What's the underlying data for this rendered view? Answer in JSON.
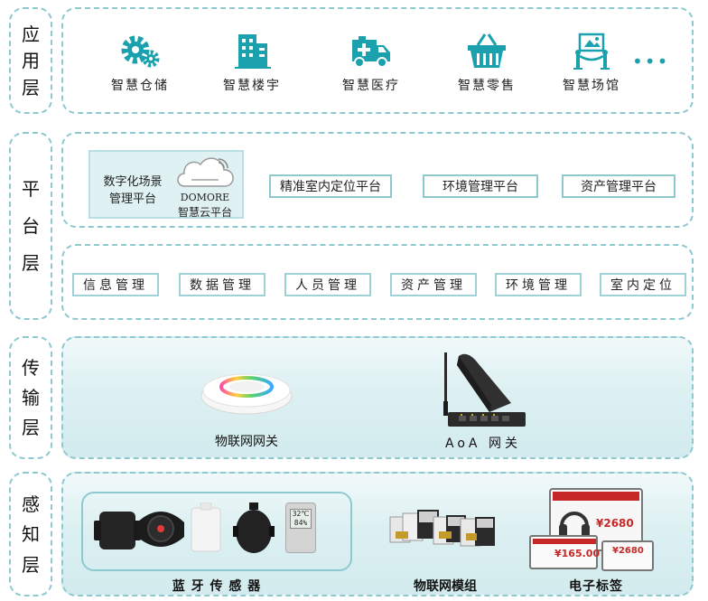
{
  "layers": {
    "application": [
      "应",
      "用",
      "层"
    ],
    "platform": [
      "平",
      "台",
      "层"
    ],
    "transport": [
      "传",
      "输",
      "层"
    ],
    "perception": [
      "感",
      "知",
      "层"
    ]
  },
  "application_items": [
    {
      "label": "智慧仓储",
      "icon": "gears-icon"
    },
    {
      "label": "智慧楼宇",
      "icon": "building-icon"
    },
    {
      "label": "智慧医疗",
      "icon": "ambulance-icon"
    },
    {
      "label": "智慧零售",
      "icon": "shopping-basket-icon"
    },
    {
      "label": "智慧场馆",
      "icon": "venue-icon"
    }
  ],
  "application_more": "•••",
  "platform": {
    "scene_title_line1": "数字化场景",
    "scene_title_line2": "管理平台",
    "cloud_brand": "DOMORE",
    "cloud_sub": "智慧云平台",
    "platforms": [
      "精准室内定位平台",
      "环境管理平台",
      "资产管理平台"
    ],
    "modules": [
      "信息管理",
      "数据管理",
      "人员管理",
      "资产管理",
      "环境管理",
      "室内定位"
    ]
  },
  "transport": {
    "iot_gateway": "物联网网关",
    "aoa_gateway": "AoA 网关"
  },
  "perception": {
    "bluetooth_sensors": "蓝 牙 传 感 器",
    "iot_module": "物联网模组",
    "e_tags": "电子标签",
    "sensor_reading_1": "32℃",
    "sensor_reading_2": "84%",
    "price_1": "¥2680",
    "price_2": "¥165.00",
    "price_3": "¥2680"
  },
  "colors": {
    "teal": "#1aa1ad",
    "dash": "#8ec9cf",
    "panel": "#dcf0f2"
  }
}
